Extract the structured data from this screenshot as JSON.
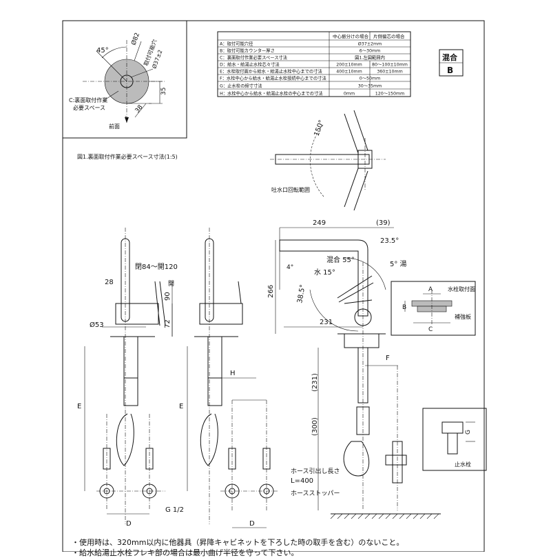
{
  "header": {
    "col_center": "中心振分けの場合",
    "col_side": "片側偏芯の場合",
    "badge_top": "混合",
    "badge_bottom": "B"
  },
  "spec_rows": [
    {
      "label": "A：取付可能穴径",
      "center": "Ø37±2mm",
      "side": ""
    },
    {
      "label": "B：取付可能カウンター厚さ",
      "center": "6～30mm",
      "side": ""
    },
    {
      "label": "C：裏面取付作業必要スペース寸法",
      "center": "図1.左図範囲内",
      "side": ""
    },
    {
      "label": "D：給水・給湯止水栓芯々寸法",
      "center": "200±10mm",
      "side": "80～100±10mm"
    },
    {
      "label": "E：水栓取付面から給水・給湯止水栓中心までの寸法",
      "center": "400±10mm",
      "side": "360±10mm"
    },
    {
      "label": "F：水栓中心から給水・給湯止水栓接続中心までの寸法",
      "center": "0～50mm",
      "side": ""
    },
    {
      "label": "G：止水栓の締寸寸法",
      "center": "30～35mm",
      "side": ""
    },
    {
      "label": "H：水栓中心から給水・給湯止水栓の中心までの寸法",
      "center": "0mm",
      "side": "120～150mm"
    }
  ],
  "fig1": {
    "caption": "図1.裏面取付作業必要スペース寸法(1:5)",
    "angle": "45°",
    "dia82": "Ø82",
    "hole_label": "取付可能穴",
    "hole_dia": "Ø37±2",
    "d35": "35",
    "d38": "38",
    "space_label_1": "C:裏面取付作業",
    "space_label_2": "必要スペース",
    "front": "前面"
  },
  "top_view": {
    "angle": "150°",
    "label": "吐水口回転範囲"
  },
  "left_views": {
    "lever_range": "閉84～開120",
    "open": "開",
    "d28": "28",
    "d90": "90",
    "d72": "72",
    "dia53": "Ø53",
    "E1": "E",
    "E2": "E",
    "D1": "D",
    "D2": "D",
    "H": "H",
    "thread": "G 1/2"
  },
  "side_view": {
    "d249": "249",
    "d39": "(39)",
    "a235": "23.5°",
    "a4": "4°",
    "mix": "混合 55°",
    "water": "水 15°",
    "hot": "5° 湯",
    "a385": "38.5°",
    "d266": "266",
    "d231": "231",
    "d231b": "(231)",
    "d300": "(300)",
    "F": "F",
    "hose_len": "ホース引出し長さ",
    "hose_L": "L=400",
    "stopper": "ホースストッパー"
  },
  "detail": {
    "A": "A",
    "B": "B",
    "C": "C",
    "surface": "水栓取付面",
    "plate": "補強板",
    "G": "G",
    "valve": "止水栓"
  },
  "notes": [
    "・使用時は、320mm以内に他器具（昇降キャビネットを下ろした時の取手を含む）のないこと。",
    "・給水給湯止水栓フレキ部の場合は最小曲げ半径を守って下さい。"
  ]
}
